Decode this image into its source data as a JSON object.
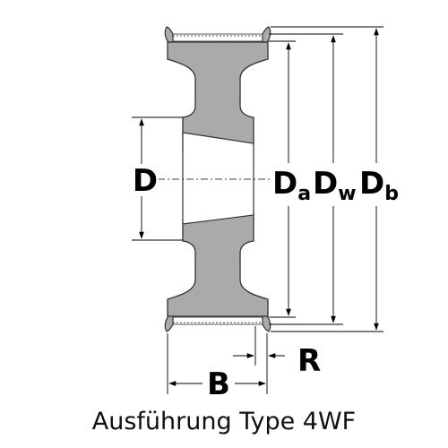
{
  "labels": {
    "bore": "D",
    "outer_diameter": {
      "main": "D",
      "sub": "a"
    },
    "pitch_diameter": {
      "main": "D",
      "sub": "w"
    },
    "rim_diameter": {
      "main": "D",
      "sub": "b"
    },
    "width": "B",
    "radius": "R"
  },
  "caption": "Ausführung Type 4WF",
  "colors": {
    "section_fill": "#a9aaab",
    "outline": "#333333",
    "lines": "#000000"
  }
}
